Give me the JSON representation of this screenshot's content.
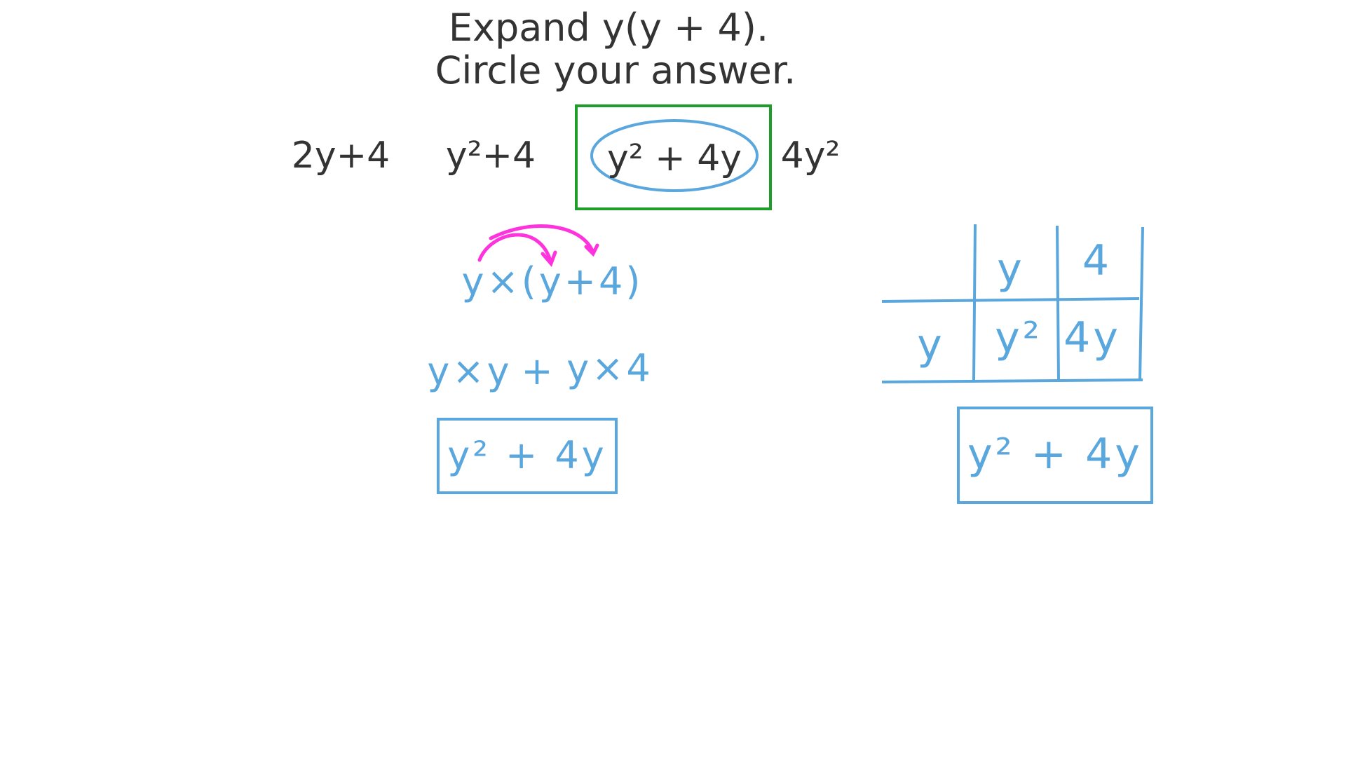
{
  "question": {
    "line1": "Expand y(y + 4).",
    "line2": "Circle your answer."
  },
  "options": [
    "2y+4",
    "y²+4",
    "y² + 4y",
    "4y²"
  ],
  "selected_option_index": 2,
  "colors": {
    "ink": "#333333",
    "working": "#5aa7dd",
    "correct_box": "#1f9d2a",
    "arrows": "#ff33dd"
  },
  "method1": {
    "step1": "y×(y+4)",
    "step2_left": "y×y",
    "step2_plus": "+",
    "step2_right": "y×4",
    "answer": "y² + 4y"
  },
  "method2": {
    "grid_headers": [
      "y",
      "4"
    ],
    "row_label": "y",
    "cells": [
      "y²",
      "4y"
    ],
    "answer": "y² + 4y"
  }
}
